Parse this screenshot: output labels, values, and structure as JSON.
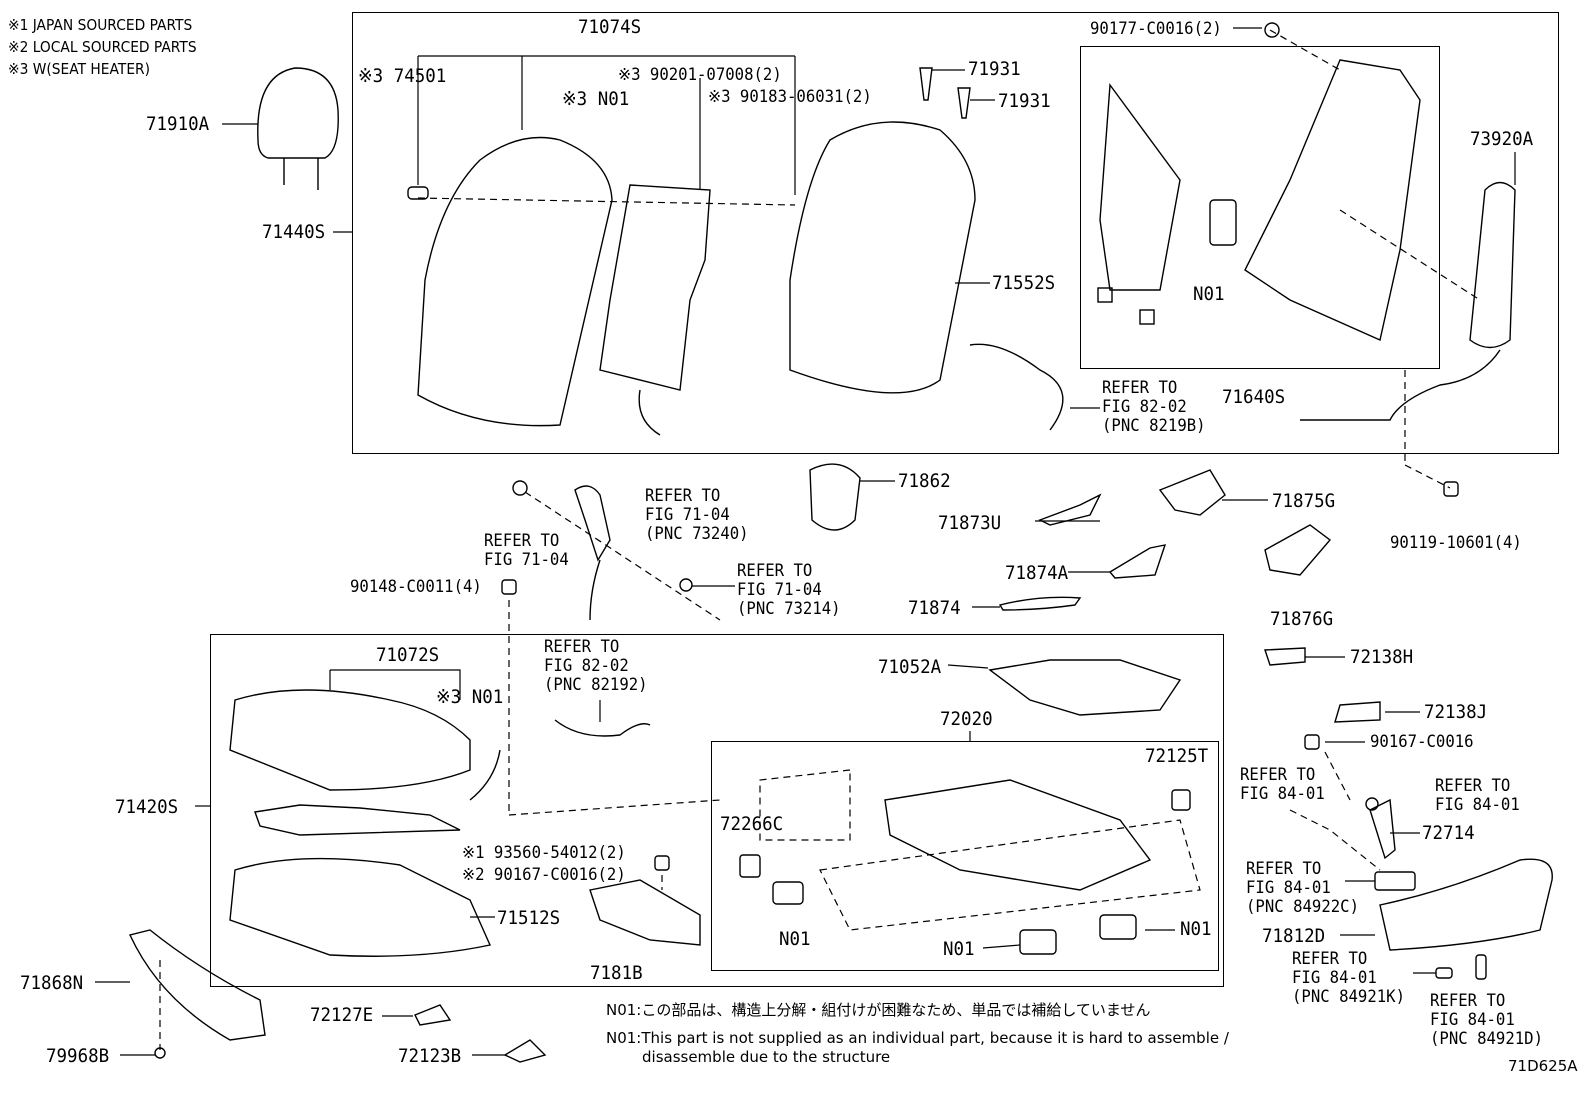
{
  "legend": {
    "line1": "※1 JAPAN SOURCED PARTS",
    "line2": "※2 LOCAL SOURCED PARTS",
    "line3": "※3 W(SEAT HEATER)"
  },
  "labels": {
    "p71074S": "71074S",
    "p74501": "※3 74501",
    "p90201": "※3 90201-07008(2)",
    "pN01a": "※3 N01",
    "p90183": "※3 90183-06031(2)",
    "p71910A": "71910A",
    "p71440S": "71440S",
    "p71931a": "71931",
    "p71931b": "71931",
    "p71552S": "71552S",
    "p90177": "90177-C0016(2)",
    "p73920A": "73920A",
    "pN01b": "N01",
    "p71640S": "71640S",
    "ref8202a_1": "REFER TO",
    "ref8202a_2": "FIG 82-02",
    "ref8202a_3": "(PNC 8219B)",
    "ref7104a_1": "REFER TO",
    "ref7104a_2": "FIG 71-04",
    "ref7104a_3": "(PNC 73240)",
    "ref7104b_1": "REFER TO",
    "ref7104b_2": "FIG 71-04",
    "ref7104c_1": "REFER TO",
    "ref7104c_2": "FIG 71-04",
    "ref7104c_3": "(PNC 73214)",
    "p71862": "71862",
    "p71873U": "71873U",
    "p71875G": "71875G",
    "p90119": "90119-10601(4)",
    "p90148": "90148-C0011(4)",
    "p71874A": "71874A",
    "p71874": "71874",
    "p71876G": "71876G",
    "p71072S": "71072S",
    "pN01c": "※3 N01",
    "ref8202b_1": "REFER TO",
    "ref8202b_2": "FIG 82-02",
    "ref8202b_3": "(PNC 82192)",
    "p71052A": "71052A",
    "p72138H": "72138H",
    "p72020": "72020",
    "p72138J": "72138J",
    "p90167a": "90167-C0016",
    "p72125T": "72125T",
    "ref8401a_1": "REFER TO",
    "ref8401a_2": "FIG 84-01",
    "ref8401b_1": "REFER TO",
    "ref8401b_2": "FIG 84-01",
    "p71420S": "71420S",
    "p72266C": "72266C",
    "p72714": "72714",
    "p93560": "※1 93560-54012(2)",
    "p90167b": "※2 90167-C0016(2)",
    "ref8401c_1": "REFER TO",
    "ref8401c_2": "FIG 84-01",
    "ref8401c_3": "(PNC 84922C)",
    "p71512S": "71512S",
    "pN01d": "N01",
    "pN01e": "N01",
    "pN01f": "N01",
    "p71812D": "71812D",
    "p7181B": "7181B",
    "p71868N": "71868N",
    "ref8401d_1": "REFER TO",
    "ref8401d_2": "FIG 84-01",
    "ref8401d_3": "(PNC 84921K)",
    "ref8401e_1": "REFER TO",
    "ref8401e_2": "FIG 84-01",
    "ref8401e_3": "(PNC 84921D)",
    "p72127E": "72127E",
    "p72123B": "72123B",
    "p79968B": "79968B",
    "figcode": "71D625A"
  },
  "notes": {
    "jp": "N01:この部品は、構造上分解・組付けが困難なため、単品では補給していません",
    "en1": "N01:This part is not supplied as an individual part, because it is hard to assemble /",
    "en2": "disassemble due to the structure"
  }
}
